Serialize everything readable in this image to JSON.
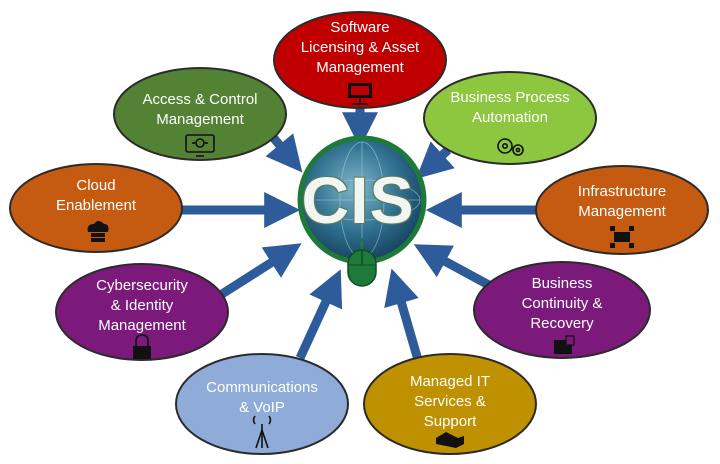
{
  "center": {
    "text": "CIS",
    "icon": "mouse-icon"
  },
  "nodes": [
    {
      "id": "software",
      "label": "Software\nLicensing & Asset\nManagement",
      "color": "#c00000",
      "icon": "monitor-icon"
    },
    {
      "id": "access",
      "label": "Access & Control\nManagement",
      "color": "#548235",
      "icon": "gear-screen-icon"
    },
    {
      "id": "bpa",
      "label": "Business Process\nAutomation",
      "color": "#8dc63f",
      "icon": "gears-icon"
    },
    {
      "id": "cloud",
      "label": "Cloud\nEnablement",
      "color": "#c55a11",
      "icon": "cloud-server-icon"
    },
    {
      "id": "infra",
      "label": "Infrastructure\nManagement",
      "color": "#c55a11",
      "icon": "network-icon"
    },
    {
      "id": "cyber",
      "label": "Cybersecurity\n& Identity\nManagement",
      "color": "#7b1a7b",
      "icon": "lock-icon"
    },
    {
      "id": "bcr",
      "label": "Business\nContinuity &\nRecovery",
      "color": "#7b1a7b",
      "icon": "device-backup-icon"
    },
    {
      "id": "comms",
      "label": "Communications\n& VoIP",
      "color": "#8fabd8",
      "icon": "antenna-icon"
    },
    {
      "id": "managed",
      "label": "Managed IT\nServices &\nSupport",
      "color": "#bf9000",
      "icon": "handshake-icon"
    }
  ],
  "colors": {
    "arrow": "#2e5c9a",
    "globe_edge": "#1f7a3a",
    "globe_fill": "#2f6f8f"
  }
}
